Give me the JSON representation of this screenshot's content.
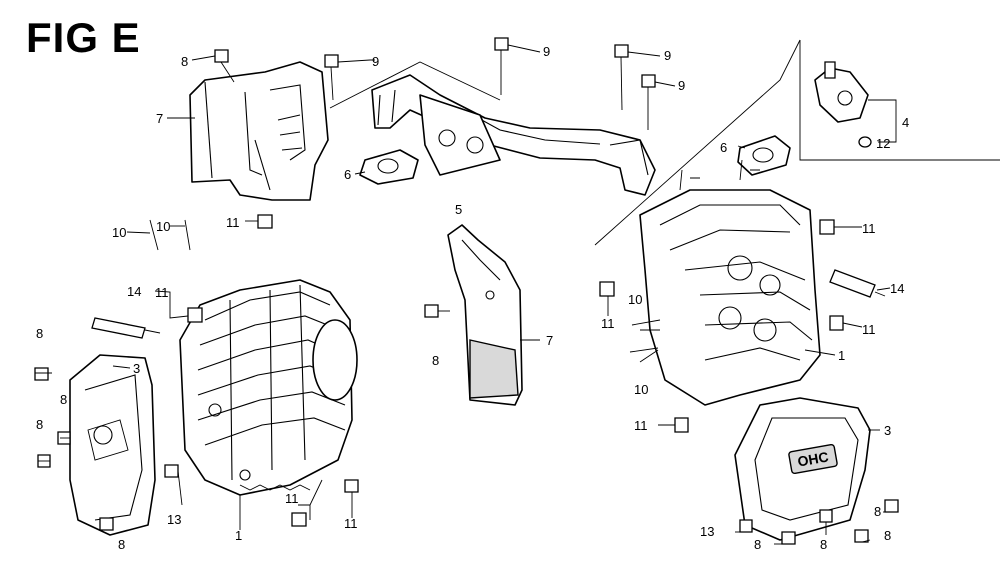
{
  "title": "FIG E",
  "callouts": [
    {
      "id": "c8a",
      "text": "8"
    },
    {
      "id": "c9a",
      "text": "9"
    },
    {
      "id": "c7a",
      "text": "7"
    },
    {
      "id": "c6a",
      "text": "6"
    },
    {
      "id": "c5",
      "text": "5"
    },
    {
      "id": "c9b",
      "text": "9"
    },
    {
      "id": "c9c",
      "text": "9"
    },
    {
      "id": "c9d",
      "text": "9"
    },
    {
      "id": "c4",
      "text": "4"
    },
    {
      "id": "c12",
      "text": "12"
    },
    {
      "id": "c6b",
      "text": "6"
    },
    {
      "id": "c11a",
      "text": "11"
    },
    {
      "id": "c10a",
      "text": "10"
    },
    {
      "id": "c10b",
      "text": "10"
    },
    {
      "id": "c11b",
      "text": "11"
    },
    {
      "id": "c14a",
      "text": "14"
    },
    {
      "id": "c11c",
      "text": "11"
    },
    {
      "id": "c8b",
      "text": "8"
    },
    {
      "id": "c3a",
      "text": "3"
    },
    {
      "id": "c8c",
      "text": "8"
    },
    {
      "id": "c8d",
      "text": "8"
    },
    {
      "id": "c8e",
      "text": "8"
    },
    {
      "id": "c13a",
      "text": "13"
    },
    {
      "id": "c1a",
      "text": "1"
    },
    {
      "id": "c11d",
      "text": "11"
    },
    {
      "id": "c11e",
      "text": "11"
    },
    {
      "id": "c8f",
      "text": "8"
    },
    {
      "id": "c7b",
      "text": "7"
    },
    {
      "id": "c11f",
      "text": "11"
    },
    {
      "id": "c14b",
      "text": "14"
    },
    {
      "id": "c10c",
      "text": "10"
    },
    {
      "id": "c11g",
      "text": "11"
    },
    {
      "id": "c11h",
      "text": "11"
    },
    {
      "id": "c10d",
      "text": "10"
    },
    {
      "id": "c1b",
      "text": "1"
    },
    {
      "id": "c11i",
      "text": "11"
    },
    {
      "id": "c3b",
      "text": "3"
    },
    {
      "id": "c13b",
      "text": "13"
    },
    {
      "id": "c8g",
      "text": "8"
    },
    {
      "id": "c8h",
      "text": "8"
    },
    {
      "id": "c8i",
      "text": "8"
    },
    {
      "id": "c8j",
      "text": "8"
    }
  ],
  "cover_logo": "OHC"
}
